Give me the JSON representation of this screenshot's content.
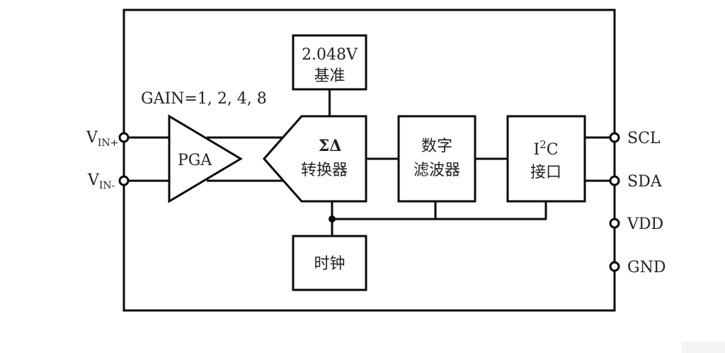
{
  "diagram": {
    "title": "I2C Sigma-Delta ADC functional block diagram",
    "gain_label": "GAIN=1, 2, 4, 8",
    "blocks": {
      "reference": {
        "line1": "2.048V",
        "line2": "基准"
      },
      "pga": {
        "label": "PGA"
      },
      "adc": {
        "line1": "ΣΔ",
        "line2": "转换器"
      },
      "filter": {
        "line1": "数字",
        "line2": "滤波器"
      },
      "i2c": {
        "line1_main": "I",
        "line1_sup": "2",
        "line1_tail": "C",
        "line2": "接口"
      },
      "clock": {
        "label": "时钟"
      }
    },
    "left_pins": [
      {
        "main": "V",
        "sub": "IN+"
      },
      {
        "main": "V",
        "sub": "IN-"
      }
    ],
    "right_pins": [
      {
        "label": "SCL"
      },
      {
        "label": "SDA"
      },
      {
        "label": "VDD"
      },
      {
        "label": "GND"
      }
    ],
    "colors": {
      "line": "#0a0a0a",
      "text": "#222222",
      "background": "#ffffff"
    }
  }
}
